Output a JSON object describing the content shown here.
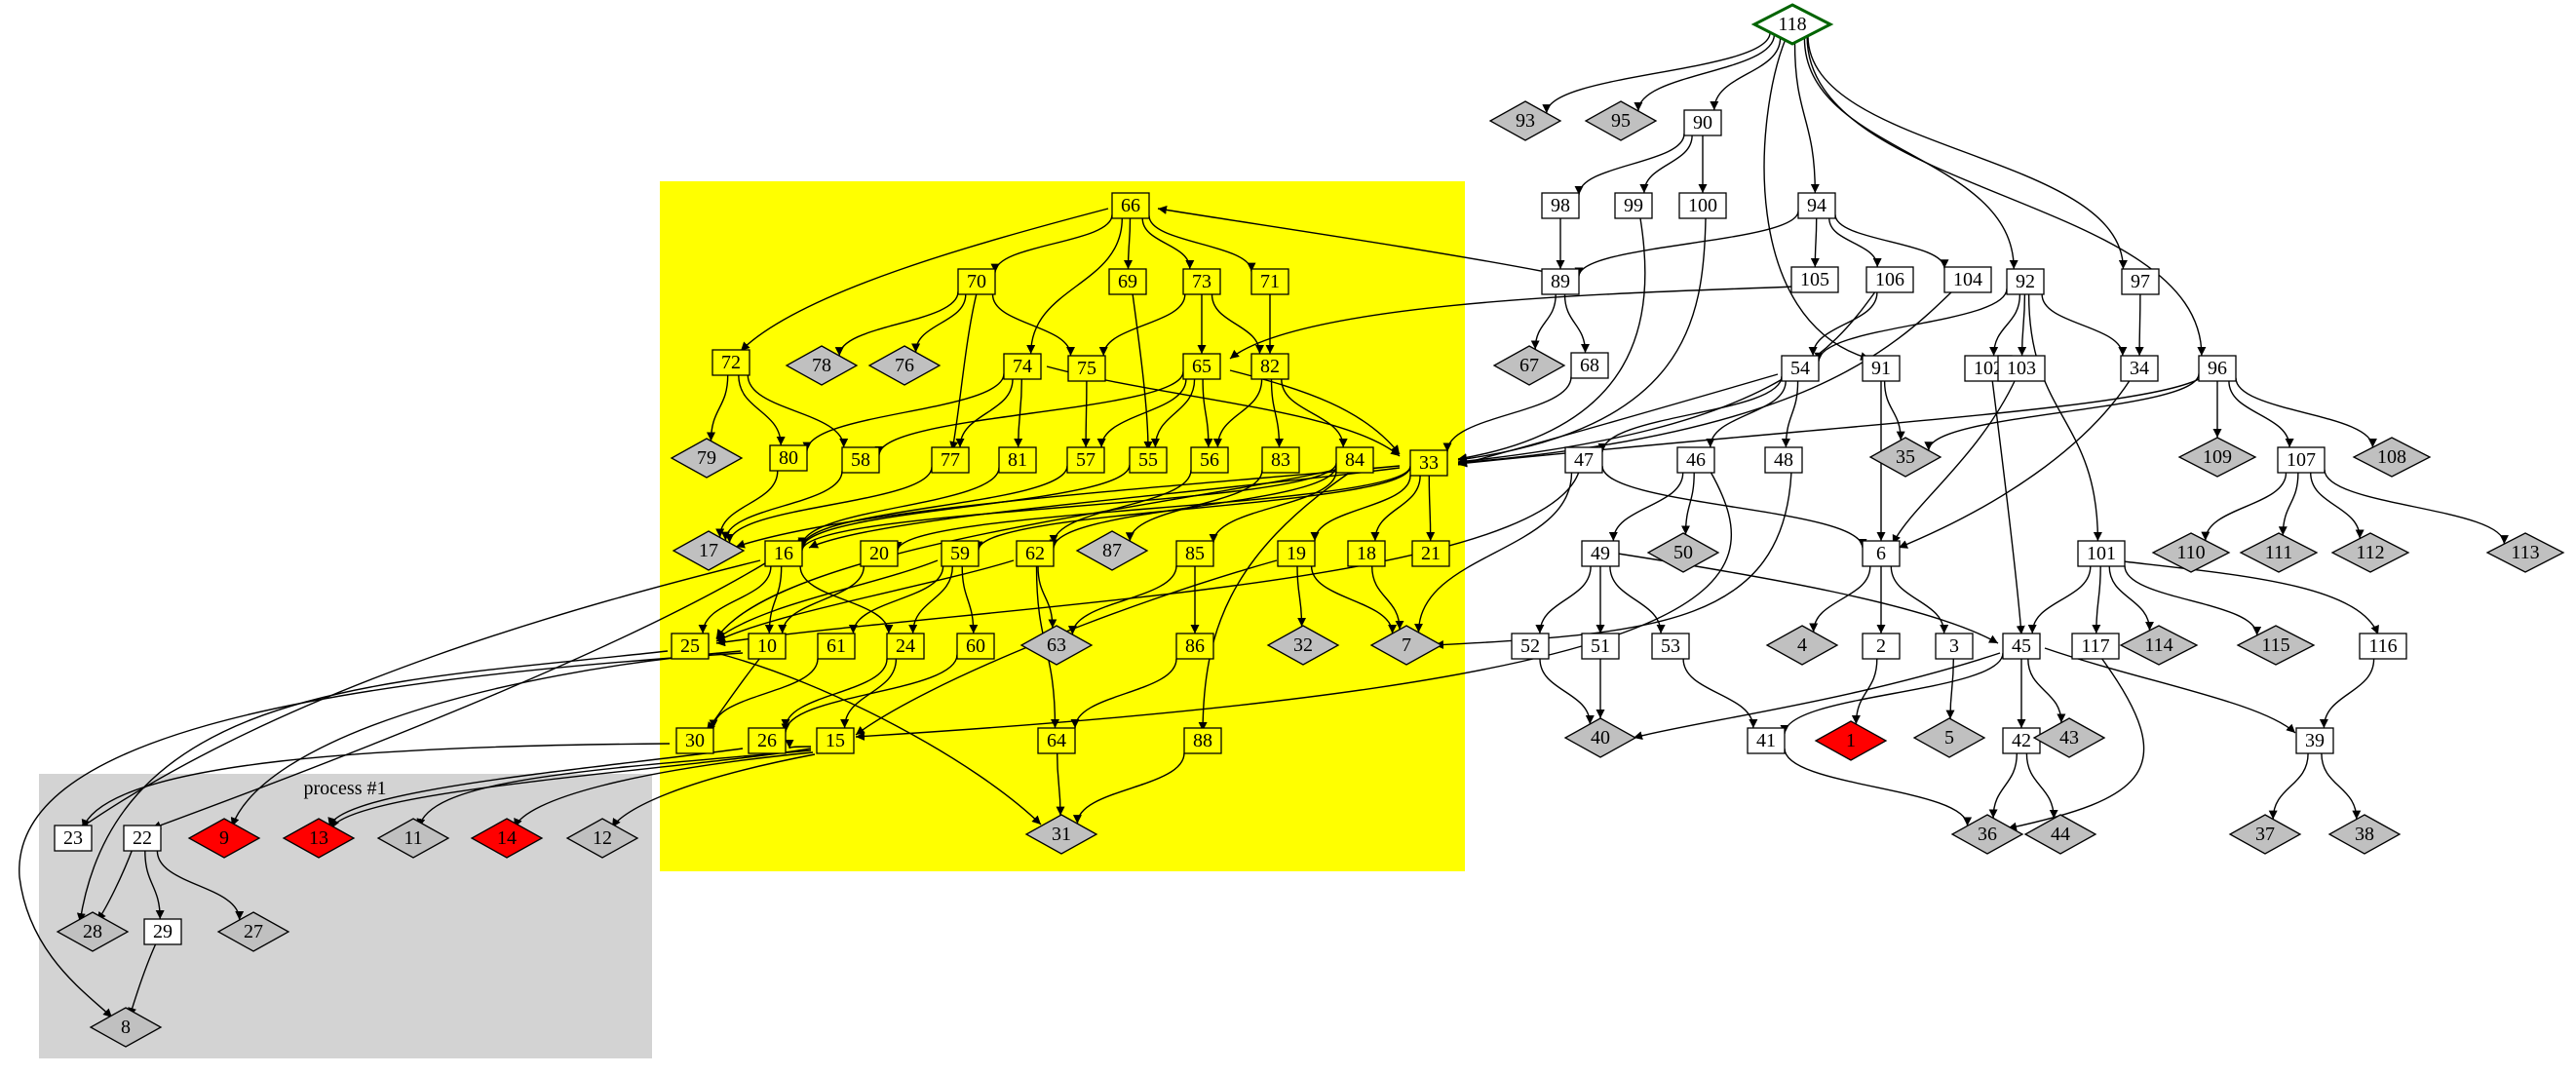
{
  "clusters": [
    {
      "id": "cl_yellow",
      "label": "",
      "fill": "#ffff00"
    },
    {
      "id": "cl_proc1",
      "label": "process #1",
      "fill": "#d3d3d3"
    }
  ],
  "colors": {
    "yellow": "#ffff00",
    "gray": "#c0c0c0",
    "red": "#ff0000",
    "white": "#ffffff",
    "root_stroke": "#006400"
  },
  "nodes": [
    {
      "id": "118",
      "shape": "diamond",
      "color": "white",
      "root": true
    },
    {
      "id": "93",
      "shape": "diamond",
      "color": "gray"
    },
    {
      "id": "95",
      "shape": "diamond",
      "color": "gray"
    },
    {
      "id": "90",
      "shape": "box",
      "color": "white"
    },
    {
      "id": "94",
      "shape": "box",
      "color": "white"
    },
    {
      "id": "92",
      "shape": "box",
      "color": "white"
    },
    {
      "id": "97",
      "shape": "box",
      "color": "white"
    },
    {
      "id": "98",
      "shape": "box",
      "color": "white"
    },
    {
      "id": "99",
      "shape": "box",
      "color": "white"
    },
    {
      "id": "100",
      "shape": "box",
      "color": "white"
    },
    {
      "id": "89",
      "shape": "box",
      "color": "white"
    },
    {
      "id": "105",
      "shape": "box",
      "color": "white"
    },
    {
      "id": "106",
      "shape": "box",
      "color": "white"
    },
    {
      "id": "104",
      "shape": "box",
      "color": "white"
    },
    {
      "id": "67",
      "shape": "diamond",
      "color": "gray"
    },
    {
      "id": "68",
      "shape": "box",
      "color": "white"
    },
    {
      "id": "54",
      "shape": "box",
      "color": "white"
    },
    {
      "id": "91",
      "shape": "box",
      "color": "white"
    },
    {
      "id": "102",
      "shape": "box",
      "color": "white"
    },
    {
      "id": "103",
      "shape": "box",
      "color": "white"
    },
    {
      "id": "34",
      "shape": "box",
      "color": "white"
    },
    {
      "id": "96",
      "shape": "box",
      "color": "white"
    },
    {
      "id": "47",
      "shape": "box",
      "color": "white"
    },
    {
      "id": "46",
      "shape": "box",
      "color": "white"
    },
    {
      "id": "48",
      "shape": "box",
      "color": "white"
    },
    {
      "id": "35",
      "shape": "diamond",
      "color": "gray"
    },
    {
      "id": "109",
      "shape": "diamond",
      "color": "gray"
    },
    {
      "id": "107",
      "shape": "box",
      "color": "white"
    },
    {
      "id": "108",
      "shape": "diamond",
      "color": "gray"
    },
    {
      "id": "49",
      "shape": "box",
      "color": "white"
    },
    {
      "id": "50",
      "shape": "diamond",
      "color": "gray"
    },
    {
      "id": "6",
      "shape": "box",
      "color": "white"
    },
    {
      "id": "101",
      "shape": "box",
      "color": "white"
    },
    {
      "id": "110",
      "shape": "diamond",
      "color": "gray"
    },
    {
      "id": "111",
      "shape": "diamond",
      "color": "gray"
    },
    {
      "id": "112",
      "shape": "diamond",
      "color": "gray"
    },
    {
      "id": "113",
      "shape": "diamond",
      "color": "gray"
    },
    {
      "id": "52",
      "shape": "box",
      "color": "white"
    },
    {
      "id": "51",
      "shape": "box",
      "color": "white"
    },
    {
      "id": "53",
      "shape": "box",
      "color": "white"
    },
    {
      "id": "4",
      "shape": "diamond",
      "color": "gray"
    },
    {
      "id": "2",
      "shape": "box",
      "color": "white"
    },
    {
      "id": "3",
      "shape": "box",
      "color": "white"
    },
    {
      "id": "45",
      "shape": "box",
      "color": "white"
    },
    {
      "id": "117",
      "shape": "box",
      "color": "white"
    },
    {
      "id": "114",
      "shape": "diamond",
      "color": "gray"
    },
    {
      "id": "115",
      "shape": "diamond",
      "color": "gray"
    },
    {
      "id": "116",
      "shape": "box",
      "color": "white"
    },
    {
      "id": "40",
      "shape": "diamond",
      "color": "gray"
    },
    {
      "id": "41",
      "shape": "box",
      "color": "white"
    },
    {
      "id": "1",
      "shape": "diamond",
      "color": "red"
    },
    {
      "id": "5",
      "shape": "diamond",
      "color": "gray"
    },
    {
      "id": "42",
      "shape": "box",
      "color": "white"
    },
    {
      "id": "43",
      "shape": "diamond",
      "color": "gray"
    },
    {
      "id": "39",
      "shape": "box",
      "color": "white"
    },
    {
      "id": "36",
      "shape": "diamond",
      "color": "gray"
    },
    {
      "id": "44",
      "shape": "diamond",
      "color": "gray"
    },
    {
      "id": "37",
      "shape": "diamond",
      "color": "gray"
    },
    {
      "id": "38",
      "shape": "diamond",
      "color": "gray"
    },
    {
      "id": "66",
      "shape": "box",
      "color": "yellow"
    },
    {
      "id": "70",
      "shape": "box",
      "color": "yellow"
    },
    {
      "id": "69",
      "shape": "box",
      "color": "yellow"
    },
    {
      "id": "73",
      "shape": "box",
      "color": "yellow"
    },
    {
      "id": "71",
      "shape": "box",
      "color": "yellow"
    },
    {
      "id": "72",
      "shape": "box",
      "color": "yellow"
    },
    {
      "id": "78",
      "shape": "diamond",
      "color": "gray"
    },
    {
      "id": "76",
      "shape": "diamond",
      "color": "gray"
    },
    {
      "id": "74",
      "shape": "box",
      "color": "yellow"
    },
    {
      "id": "75",
      "shape": "box",
      "color": "yellow"
    },
    {
      "id": "65",
      "shape": "box",
      "color": "yellow"
    },
    {
      "id": "82",
      "shape": "box",
      "color": "yellow"
    },
    {
      "id": "79",
      "shape": "diamond",
      "color": "gray"
    },
    {
      "id": "80",
      "shape": "box",
      "color": "yellow"
    },
    {
      "id": "58",
      "shape": "box",
      "color": "yellow"
    },
    {
      "id": "77",
      "shape": "box",
      "color": "yellow"
    },
    {
      "id": "81",
      "shape": "box",
      "color": "yellow"
    },
    {
      "id": "57",
      "shape": "box",
      "color": "yellow"
    },
    {
      "id": "55",
      "shape": "box",
      "color": "yellow"
    },
    {
      "id": "56",
      "shape": "box",
      "color": "yellow"
    },
    {
      "id": "83",
      "shape": "box",
      "color": "yellow"
    },
    {
      "id": "84",
      "shape": "box",
      "color": "yellow"
    },
    {
      "id": "33",
      "shape": "box",
      "color": "yellow"
    },
    {
      "id": "17",
      "shape": "diamond",
      "color": "gray"
    },
    {
      "id": "16",
      "shape": "box",
      "color": "yellow"
    },
    {
      "id": "20",
      "shape": "box",
      "color": "yellow"
    },
    {
      "id": "59",
      "shape": "box",
      "color": "yellow"
    },
    {
      "id": "62",
      "shape": "box",
      "color": "yellow"
    },
    {
      "id": "87",
      "shape": "diamond",
      "color": "gray"
    },
    {
      "id": "85",
      "shape": "box",
      "color": "yellow"
    },
    {
      "id": "19",
      "shape": "box",
      "color": "yellow"
    },
    {
      "id": "18",
      "shape": "box",
      "color": "yellow"
    },
    {
      "id": "21",
      "shape": "box",
      "color": "yellow"
    },
    {
      "id": "25",
      "shape": "box",
      "color": "yellow"
    },
    {
      "id": "10",
      "shape": "box",
      "color": "yellow"
    },
    {
      "id": "61",
      "shape": "box",
      "color": "yellow"
    },
    {
      "id": "24",
      "shape": "box",
      "color": "yellow"
    },
    {
      "id": "60",
      "shape": "box",
      "color": "yellow"
    },
    {
      "id": "63",
      "shape": "diamond",
      "color": "gray"
    },
    {
      "id": "86",
      "shape": "box",
      "color": "yellow"
    },
    {
      "id": "32",
      "shape": "diamond",
      "color": "gray"
    },
    {
      "id": "7",
      "shape": "diamond",
      "color": "gray"
    },
    {
      "id": "30",
      "shape": "box",
      "color": "yellow"
    },
    {
      "id": "26",
      "shape": "box",
      "color": "yellow"
    },
    {
      "id": "15",
      "shape": "box",
      "color": "yellow"
    },
    {
      "id": "64",
      "shape": "box",
      "color": "yellow"
    },
    {
      "id": "88",
      "shape": "box",
      "color": "yellow"
    },
    {
      "id": "31",
      "shape": "diamond",
      "color": "gray"
    },
    {
      "id": "23",
      "shape": "box",
      "color": "white"
    },
    {
      "id": "22",
      "shape": "box",
      "color": "white"
    },
    {
      "id": "9",
      "shape": "diamond",
      "color": "red"
    },
    {
      "id": "13",
      "shape": "diamond",
      "color": "red"
    },
    {
      "id": "11",
      "shape": "diamond",
      "color": "gray"
    },
    {
      "id": "14",
      "shape": "diamond",
      "color": "red"
    },
    {
      "id": "12",
      "shape": "diamond",
      "color": "gray"
    },
    {
      "id": "28",
      "shape": "diamond",
      "color": "gray"
    },
    {
      "id": "29",
      "shape": "box",
      "color": "white"
    },
    {
      "id": "27",
      "shape": "diamond",
      "color": "gray"
    },
    {
      "id": "8",
      "shape": "diamond",
      "color": "gray"
    }
  ],
  "edges": [
    [
      "118",
      "93"
    ],
    [
      "118",
      "95"
    ],
    [
      "118",
      "90"
    ],
    [
      "118",
      "94"
    ],
    [
      "118",
      "91"
    ],
    [
      "118",
      "92"
    ],
    [
      "118",
      "96"
    ],
    [
      "118",
      "97"
    ],
    [
      "90",
      "98"
    ],
    [
      "90",
      "99"
    ],
    [
      "90",
      "100"
    ],
    [
      "98",
      "89"
    ],
    [
      "89",
      "66"
    ],
    [
      "89",
      "67"
    ],
    [
      "89",
      "68"
    ],
    [
      "99",
      "33"
    ],
    [
      "100",
      "33"
    ],
    [
      "68",
      "33"
    ],
    [
      "94",
      "89"
    ],
    [
      "94",
      "105"
    ],
    [
      "94",
      "106"
    ],
    [
      "94",
      "104"
    ],
    [
      "105",
      "65"
    ],
    [
      "106",
      "54"
    ],
    [
      "106",
      "33"
    ],
    [
      "104",
      "33"
    ],
    [
      "92",
      "54"
    ],
    [
      "92",
      "102"
    ],
    [
      "92",
      "103"
    ],
    [
      "92",
      "34"
    ],
    [
      "92",
      "101"
    ],
    [
      "97",
      "34"
    ],
    [
      "34",
      "6"
    ],
    [
      "103",
      "6"
    ],
    [
      "102",
      "45"
    ],
    [
      "96",
      "33"
    ],
    [
      "96",
      "35"
    ],
    [
      "96",
      "109"
    ],
    [
      "96",
      "107"
    ],
    [
      "96",
      "108"
    ],
    [
      "91",
      "6"
    ],
    [
      "91",
      "35"
    ],
    [
      "54",
      "33"
    ],
    [
      "54",
      "47"
    ],
    [
      "54",
      "46"
    ],
    [
      "54",
      "48"
    ],
    [
      "47",
      "7"
    ],
    [
      "47",
      "6"
    ],
    [
      "47",
      "25"
    ],
    [
      "46",
      "49"
    ],
    [
      "46",
      "50"
    ],
    [
      "46",
      "15"
    ],
    [
      "48",
      "7"
    ],
    [
      "107",
      "110"
    ],
    [
      "107",
      "111"
    ],
    [
      "107",
      "112"
    ],
    [
      "107",
      "113"
    ],
    [
      "49",
      "52"
    ],
    [
      "49",
      "51"
    ],
    [
      "49",
      "53"
    ],
    [
      "49",
      "45"
    ],
    [
      "52",
      "40"
    ],
    [
      "51",
      "40"
    ],
    [
      "53",
      "41"
    ],
    [
      "6",
      "4"
    ],
    [
      "6",
      "2"
    ],
    [
      "6",
      "3"
    ],
    [
      "2",
      "1"
    ],
    [
      "3",
      "5"
    ],
    [
      "101",
      "45"
    ],
    [
      "101",
      "117"
    ],
    [
      "101",
      "114"
    ],
    [
      "101",
      "115"
    ],
    [
      "101",
      "116"
    ],
    [
      "116",
      "39"
    ],
    [
      "117",
      "36"
    ],
    [
      "45",
      "40"
    ],
    [
      "45",
      "41"
    ],
    [
      "45",
      "42"
    ],
    [
      "45",
      "43"
    ],
    [
      "45",
      "39"
    ],
    [
      "41",
      "36"
    ],
    [
      "42",
      "36"
    ],
    [
      "42",
      "44"
    ],
    [
      "39",
      "37"
    ],
    [
      "39",
      "38"
    ],
    [
      "66",
      "70"
    ],
    [
      "66",
      "69"
    ],
    [
      "66",
      "73"
    ],
    [
      "66",
      "71"
    ],
    [
      "66",
      "72"
    ],
    [
      "66",
      "74"
    ],
    [
      "70",
      "78"
    ],
    [
      "70",
      "76"
    ],
    [
      "70",
      "75"
    ],
    [
      "70",
      "77"
    ],
    [
      "73",
      "75"
    ],
    [
      "73",
      "65"
    ],
    [
      "73",
      "82"
    ],
    [
      "71",
      "82"
    ],
    [
      "69",
      "55"
    ],
    [
      "72",
      "79"
    ],
    [
      "72",
      "80"
    ],
    [
      "72",
      "58"
    ],
    [
      "74",
      "80"
    ],
    [
      "74",
      "77"
    ],
    [
      "74",
      "81"
    ],
    [
      "74",
      "33"
    ],
    [
      "75",
      "57"
    ],
    [
      "65",
      "58"
    ],
    [
      "65",
      "57"
    ],
    [
      "65",
      "55"
    ],
    [
      "65",
      "56"
    ],
    [
      "65",
      "33"
    ],
    [
      "82",
      "56"
    ],
    [
      "82",
      "83"
    ],
    [
      "82",
      "84"
    ],
    [
      "80",
      "17"
    ],
    [
      "58",
      "17"
    ],
    [
      "77",
      "17"
    ],
    [
      "81",
      "16"
    ],
    [
      "57",
      "16"
    ],
    [
      "55",
      "16"
    ],
    [
      "56",
      "62"
    ],
    [
      "83",
      "87"
    ],
    [
      "84",
      "16"
    ],
    [
      "84",
      "62"
    ],
    [
      "84",
      "85"
    ],
    [
      "84",
      "88"
    ],
    [
      "84",
      "25"
    ],
    [
      "33",
      "17"
    ],
    [
      "33",
      "16"
    ],
    [
      "33",
      "20"
    ],
    [
      "33",
      "59"
    ],
    [
      "33",
      "19"
    ],
    [
      "33",
      "18"
    ],
    [
      "33",
      "21"
    ],
    [
      "16",
      "25"
    ],
    [
      "16",
      "10"
    ],
    [
      "16",
      "24"
    ],
    [
      "16",
      "23"
    ],
    [
      "16",
      "22"
    ],
    [
      "20",
      "10"
    ],
    [
      "59",
      "61"
    ],
    [
      "59",
      "24"
    ],
    [
      "59",
      "60"
    ],
    [
      "59",
      "25"
    ],
    [
      "62",
      "63"
    ],
    [
      "62",
      "64"
    ],
    [
      "62",
      "25"
    ],
    [
      "85",
      "63"
    ],
    [
      "85",
      "86"
    ],
    [
      "86",
      "64"
    ],
    [
      "19",
      "32"
    ],
    [
      "19",
      "7"
    ],
    [
      "19",
      "15"
    ],
    [
      "18",
      "7"
    ],
    [
      "25",
      "31"
    ],
    [
      "25",
      "28"
    ],
    [
      "10",
      "30"
    ],
    [
      "10",
      "9"
    ],
    [
      "10",
      "8"
    ],
    [
      "61",
      "30"
    ],
    [
      "24",
      "26"
    ],
    [
      "24",
      "15"
    ],
    [
      "60",
      "26"
    ],
    [
      "30",
      "23"
    ],
    [
      "26",
      "13"
    ],
    [
      "15",
      "13"
    ],
    [
      "15",
      "11"
    ],
    [
      "15",
      "14"
    ],
    [
      "15",
      "12"
    ],
    [
      "15",
      "26"
    ],
    [
      "64",
      "31"
    ],
    [
      "88",
      "31"
    ],
    [
      "22",
      "28"
    ],
    [
      "22",
      "29"
    ],
    [
      "22",
      "27"
    ],
    [
      "29",
      "8"
    ]
  ]
}
